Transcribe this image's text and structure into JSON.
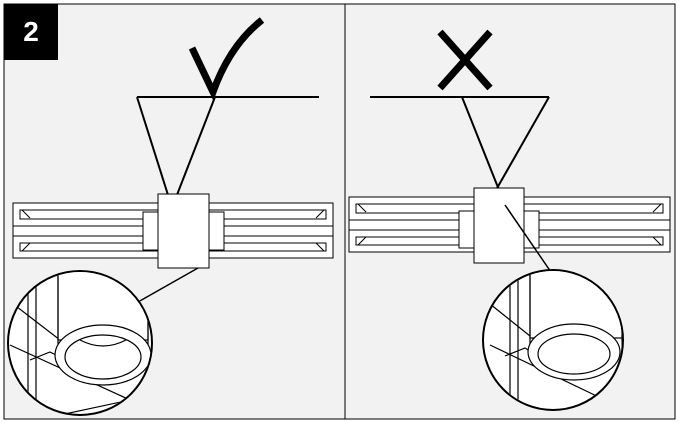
{
  "step": {
    "number": "2"
  },
  "colors": {
    "background": "#ffffff",
    "panel": "#f2f2f2",
    "ink": "#000000",
    "fill": "#ffffff",
    "badge_bg": "#000000",
    "badge_text": "#ffffff"
  },
  "panels": [
    {
      "verdict_icon": "checkmark-icon",
      "meaning": "correct"
    },
    {
      "verdict_icon": "cross-icon",
      "meaning": "incorrect"
    }
  ]
}
